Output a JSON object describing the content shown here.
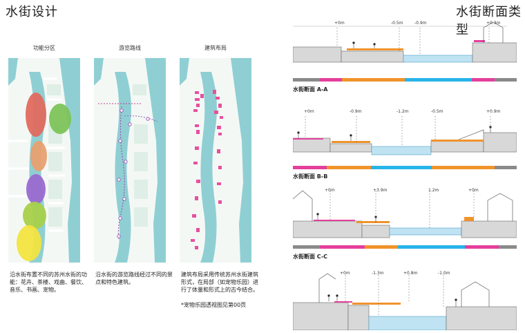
{
  "left_title": "水街设计",
  "right_title": "水街断面类型",
  "panels": {
    "zoning": {
      "label": "功能分区"
    },
    "route": {
      "label": "游览路线"
    },
    "building": {
      "label": "建筑布局"
    }
  },
  "descriptions": {
    "zoning": "沿水街布置不同的苏州水街的功能：花卉、茶楼、戏曲、餐饮、音乐、书画、宠物。",
    "route": "沿水街的游览路线经过不同的景点和特色建筑。",
    "building": "建筑布局采用传统苏州水街建筑形式，在局部（如宠物乐园）进行了体量和形式上的古今结合。",
    "building_note": "*宠物乐园透视图见第00页"
  },
  "sections": [
    {
      "title": "水街断面 A-A",
      "elevations": [
        "+0m",
        "-0.5m",
        "-0.9m",
        "+0.3m"
      ]
    },
    {
      "title": "水街断面 B-B",
      "elevations": [
        "+0m",
        "-0.9m",
        "-1.2m",
        "-0.5m",
        "+0.9m"
      ]
    },
    {
      "title": "水街断面 C-C",
      "elevations": [
        "+0m",
        "+3.9m",
        "1.2m",
        "+0m"
      ]
    },
    {
      "title": "",
      "elevations": [
        "+0m",
        "-1.3m",
        "+0.8m",
        "-1.0m"
      ]
    }
  ],
  "colors": {
    "water": "#bfe3f2",
    "river": "#8fcfd3",
    "pink": "#e43f9c",
    "orange": "#f0932b",
    "blue": "#27b4e8",
    "gray": "#8a8a8a",
    "zone_red": "#e06a5e",
    "zone_green": "#7cc35a",
    "zone_orange": "#e8a070",
    "zone_purple": "#9a6ad0",
    "zone_lime": "#a8d04a",
    "zone_yellow": "#f2e440"
  }
}
